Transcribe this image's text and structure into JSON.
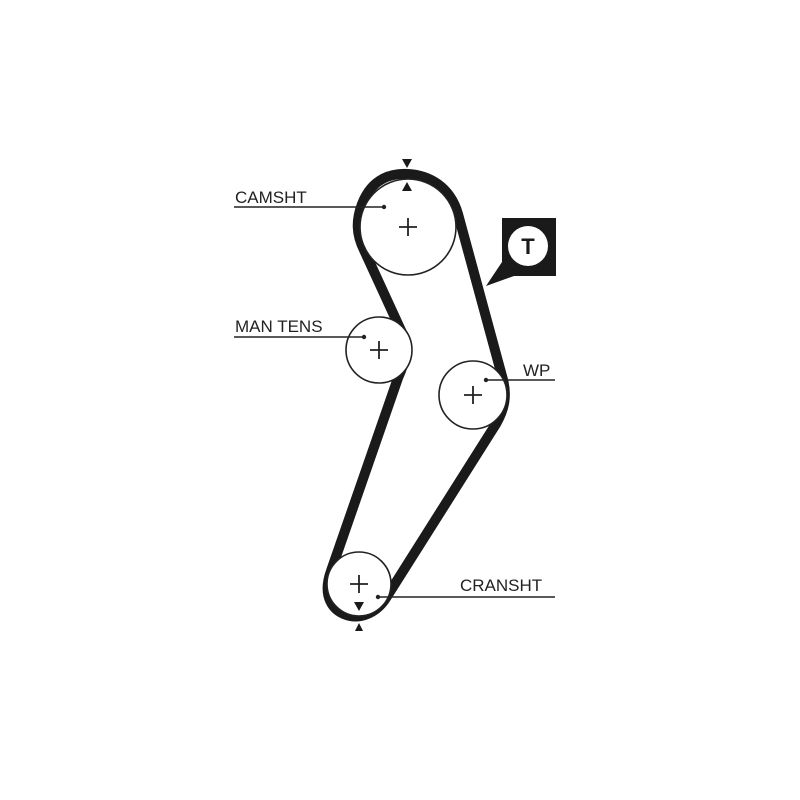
{
  "diagram": {
    "colors": {
      "belt": "#1a1a1a",
      "line": "#222222",
      "badge_bg": "#1a1a1a",
      "badge_fg": "#ffffff"
    },
    "labels": {
      "camshaft": "CAMSHT",
      "manual_tensioner": "MAN TENS",
      "water_pump": "WP",
      "crankshaft": "CRANSHT"
    },
    "badge": {
      "letter": "T",
      "icon": "tensioner-badge-icon"
    }
  }
}
